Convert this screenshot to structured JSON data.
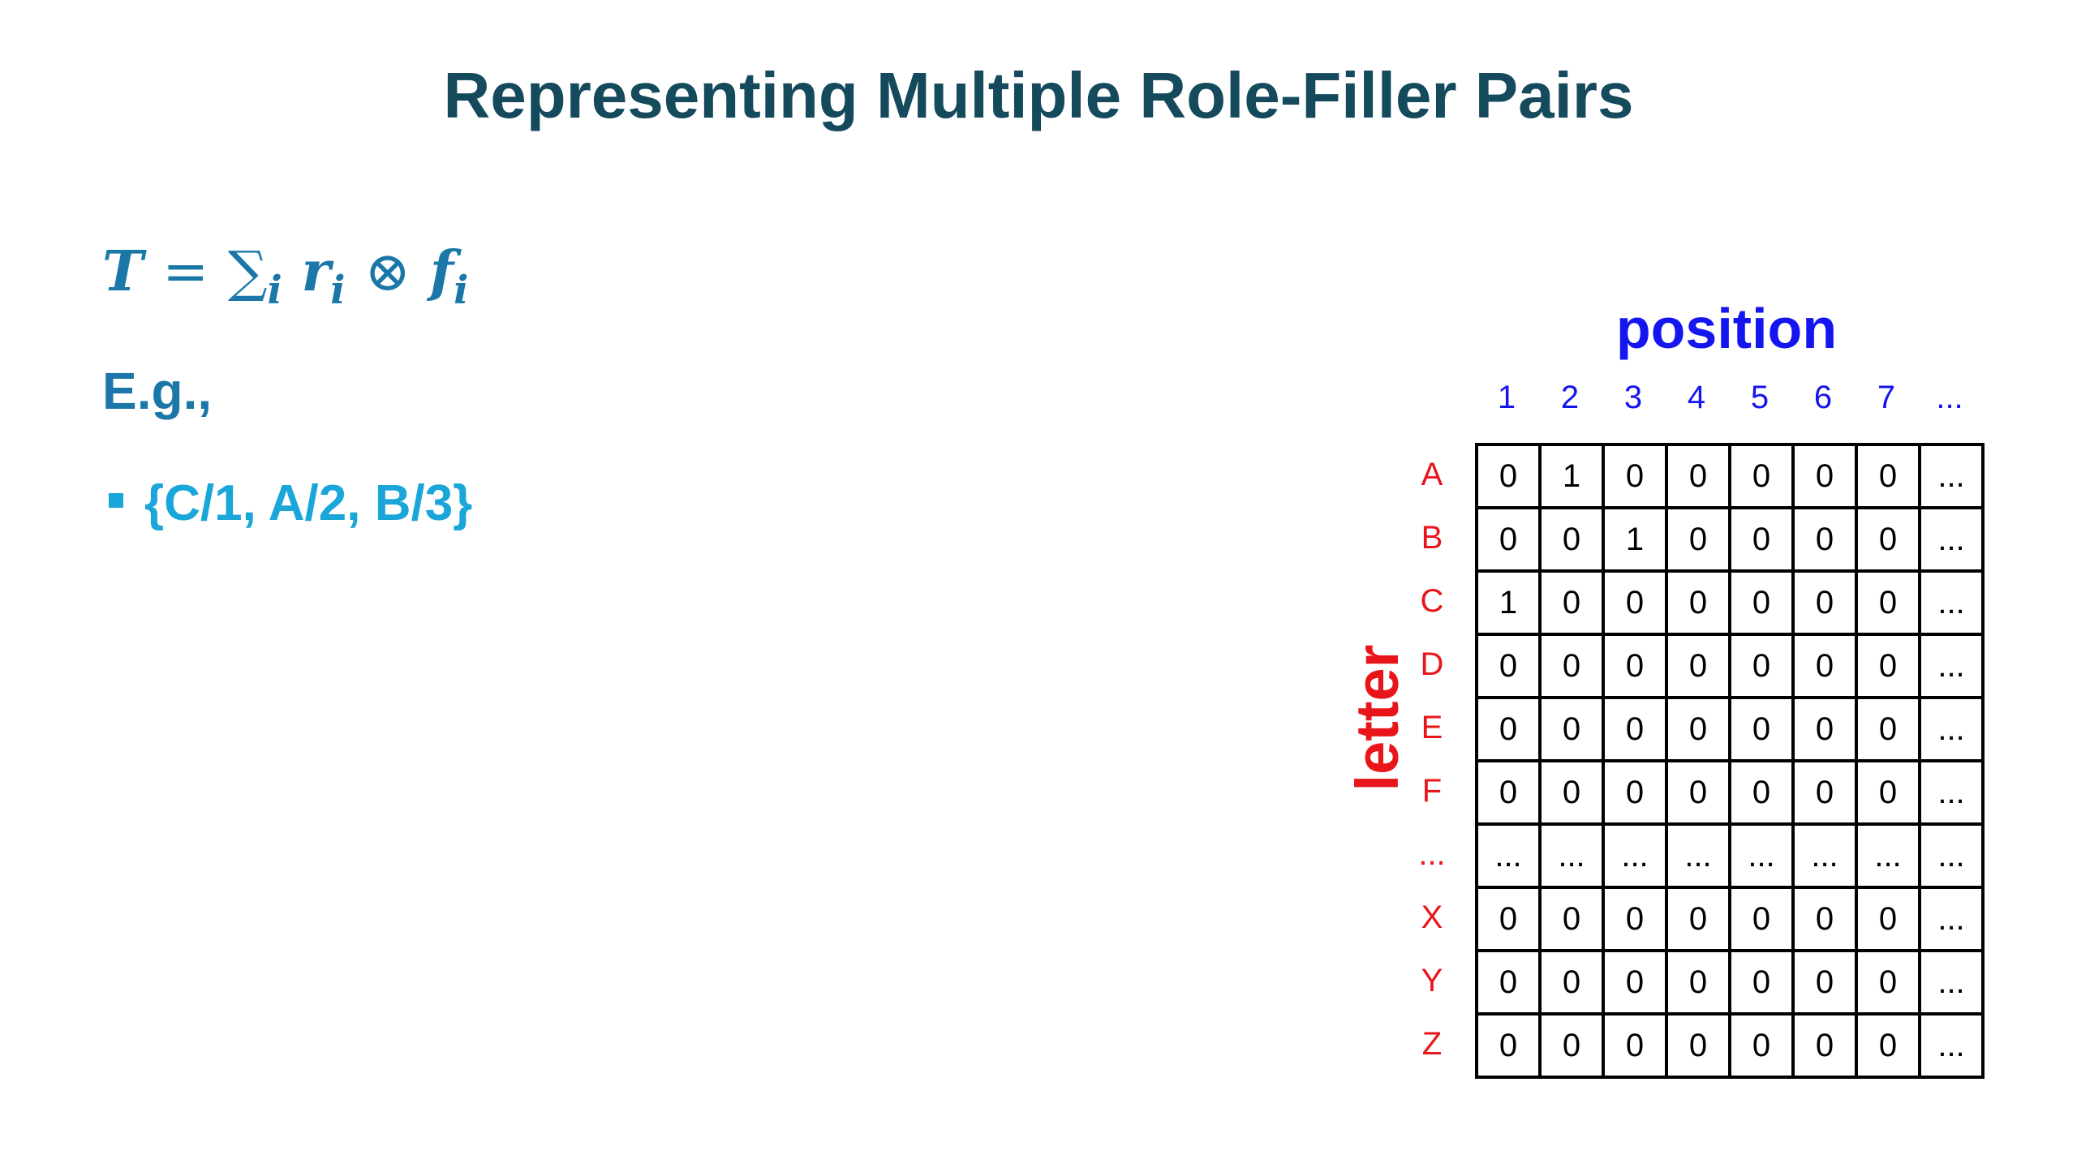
{
  "slide": {
    "title": "Representing Multiple Role-Filler Pairs",
    "formula": {
      "lhs": "T",
      "eq": "=",
      "sum": "∑",
      "sum_sub": "i",
      "role": "r",
      "role_sub": "i",
      "op": "⊗",
      "filler": "f",
      "filler_sub": "i"
    },
    "eg_label": "E.g.,",
    "bullet_text": "{C/1, A/2, B/3}"
  },
  "matrix": {
    "column_axis_label": "position",
    "row_axis_label": "letter",
    "columns": [
      "1",
      "2",
      "3",
      "4",
      "5",
      "6",
      "7",
      "..."
    ],
    "rows": [
      "A",
      "B",
      "C",
      "D",
      "E",
      "F",
      "...",
      "X",
      "Y",
      "Z"
    ],
    "cells": [
      [
        "0",
        "1",
        "0",
        "0",
        "0",
        "0",
        "0",
        "..."
      ],
      [
        "0",
        "0",
        "1",
        "0",
        "0",
        "0",
        "0",
        "..."
      ],
      [
        "1",
        "0",
        "0",
        "0",
        "0",
        "0",
        "0",
        "..."
      ],
      [
        "0",
        "0",
        "0",
        "0",
        "0",
        "0",
        "0",
        "..."
      ],
      [
        "0",
        "0",
        "0",
        "0",
        "0",
        "0",
        "0",
        "..."
      ],
      [
        "0",
        "0",
        "0",
        "0",
        "0",
        "0",
        "0",
        "..."
      ],
      [
        "...",
        "...",
        "...",
        "...",
        "...",
        "...",
        "...",
        "..."
      ],
      [
        "0",
        "0",
        "0",
        "0",
        "0",
        "0",
        "0",
        "..."
      ],
      [
        "0",
        "0",
        "0",
        "0",
        "0",
        "0",
        "0",
        "..."
      ],
      [
        "0",
        "0",
        "0",
        "0",
        "0",
        "0",
        "0",
        "..."
      ]
    ]
  }
}
